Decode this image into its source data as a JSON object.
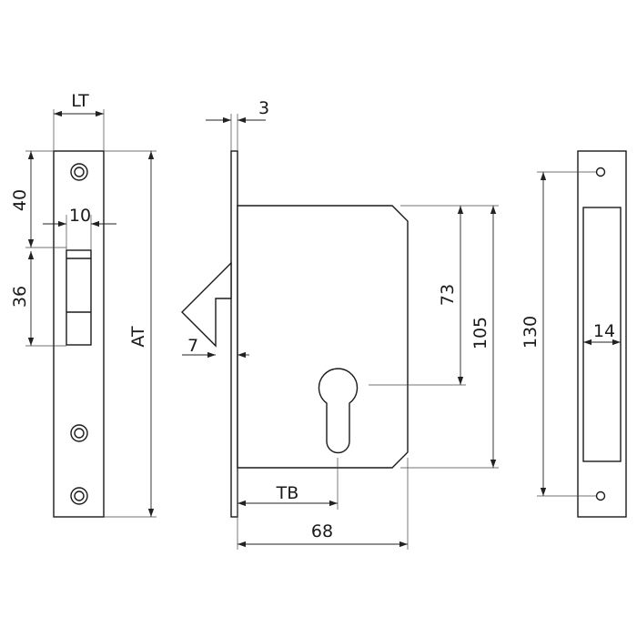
{
  "colors": {
    "line": "#1a1a1a",
    "background": "#ffffff"
  },
  "dimensions": {
    "lt": "LT",
    "h40": "40",
    "w10": "10",
    "h36": "36",
    "at": "AT",
    "t3": "3",
    "d7": "7",
    "h73": "73",
    "h105": "105",
    "tb": "TB",
    "w68": "68",
    "h130": "130",
    "w14": "14"
  }
}
